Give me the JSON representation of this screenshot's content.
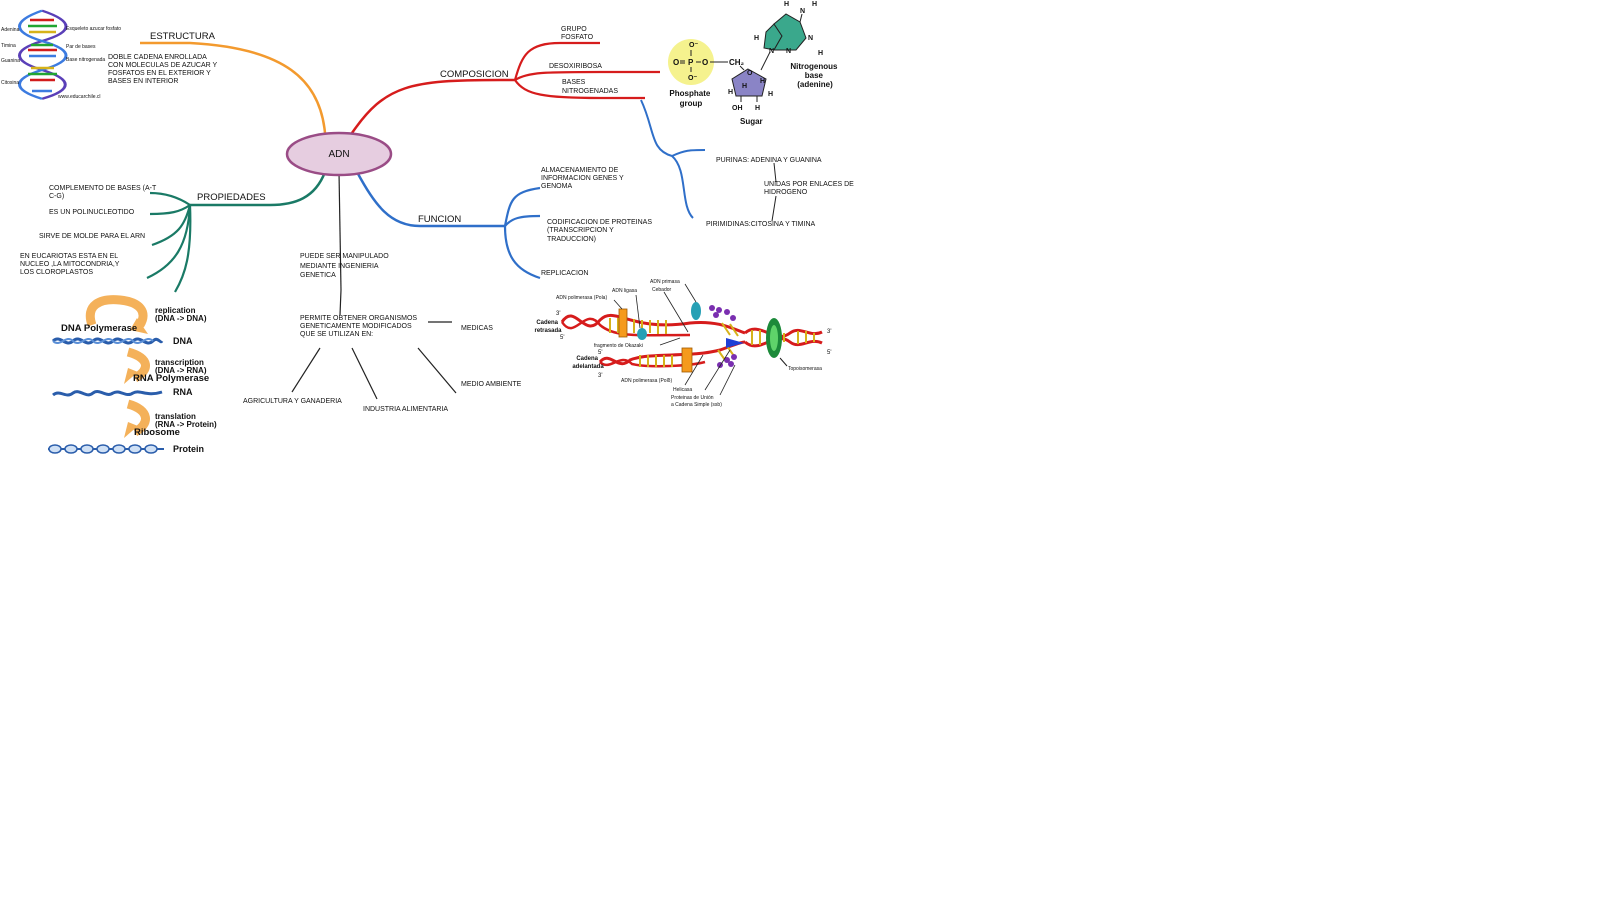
{
  "central": {
    "label": "ADN",
    "fill": "#e6cde0",
    "stroke": "#9a4c86"
  },
  "branches": {
    "estructura": {
      "label": "ESTRUCTURA",
      "color": "#f39a2e",
      "note": [
        "DOBLE CADENA ENROLLADA",
        "CON MOLECULAS DE AZUCAR Y",
        "FOSFATOS EN EL EXTERIOR Y",
        "BASES EN INTERIOR"
      ]
    },
    "composicion": {
      "label": "COMPOSICION",
      "color": "#d61c1c",
      "items": {
        "grupo": [
          "GRUPO",
          "FOSFATO"
        ],
        "desox": [
          "DESOXIRIBOSA"
        ],
        "bases": [
          "BASES",
          "NITROGENADAS"
        ]
      }
    },
    "bases_sub": {
      "color": "#2f6fc9",
      "purinas": "PURINAS: ADENINA Y GUANINA",
      "unidas": [
        "UNIDAS POR ENLACES DE",
        "HIDROGENO"
      ],
      "pirimidinas": "PIRIMIDINAS:CITOSINA Y TIMINA"
    },
    "propiedades": {
      "label": "PROPIEDADES",
      "color": "#1a7a66",
      "items": {
        "complemento": [
          "COMPLEMENTO DE BASES (A-T",
          "C-G)"
        ],
        "polinucleotido": [
          "ES UN POLINUCLEOTIDO"
        ],
        "molde": [
          "SIRVE DE MOLDE PARA EL ARN"
        ],
        "eucariotas": [
          "EN EUCARIOTAS ESTA EN EL",
          "NUCLEO ,LA MITOCONDRIA,Y",
          "LOS CLOROPLASTOS"
        ]
      }
    },
    "funcion": {
      "label": "FUNCION",
      "color": "#2f6fc9",
      "items": {
        "almacenamiento": [
          "ALMACENAMIENTO DE",
          "INFORMACION GENES Y",
          "GENOMA"
        ],
        "codificacion": [
          "CODIFICACION DE PROTEINAS",
          "(TRANSCRIPCION Y",
          "TRADUCCION)"
        ],
        "replicacion": [
          "REPLICACION"
        ]
      }
    },
    "ingenieria": {
      "color": "#222222",
      "manipulado": [
        "PUEDE SER MANIPULADO",
        "MEDIANTE INGENIERIA",
        "GENETICA"
      ],
      "permite": [
        "PERMITE OBTENER ORGANISMOS",
        "GENETICAMENTE MODIFICADOS",
        "QUE SE UTILIZAN EN:"
      ],
      "uses": {
        "medicas": "MEDICAS",
        "medio": "MEDIO AMBIENTE",
        "agricultura": "AGRICULTURA Y GANADERIA",
        "industria": "INDUSTRIA ALIMENTARIA"
      }
    }
  },
  "images": {
    "dna_helix_labels": {
      "left": [
        "Adenina",
        "Timina",
        "Guanina",
        "Citosina"
      ],
      "right": [
        "Esqueleto azucar fosfato",
        "Par de bases",
        "Base nitrogenada"
      ],
      "credit": "www.educarchile.cl"
    },
    "nucleotide": {
      "phosphate": [
        "Phosphate",
        "group"
      ],
      "sugar": "Sugar",
      "base": [
        "Nitrogenous",
        "base",
        "(adenine)"
      ],
      "atoms": {
        "o": "O",
        "p": "P",
        "ominus": "O⁻",
        "ch2": "CH₂",
        "h": "H",
        "n": "N",
        "oh": "OH"
      }
    },
    "central_dogma": {
      "replication": [
        "replication",
        "(DNA -> DNA)"
      ],
      "dna_polymerase": "DNA Polymerase",
      "dna": "DNA",
      "transcription": [
        "transcription",
        "(DNA -> RNA)"
      ],
      "rna_polymerase": "RNA Polymerase",
      "rna": "RNA",
      "translation": [
        "translation",
        "(RNA -> Protein)"
      ],
      "ribosome": "Ribosome",
      "protein": "Protein"
    },
    "replication_fork": {
      "adn_primasa": "ADN primasa",
      "cebador": "Cebador",
      "adn_ligasa": "ADN ligasa",
      "pol_a": "ADN polimerasa (Pola)",
      "cadena_retrasada": [
        "Cadena",
        "retrasada"
      ],
      "fragmento": "fragmento de Okazaki",
      "cadena_adelantada": [
        "Cadena",
        "adelantada"
      ],
      "pol_d": "ADN polimerasa (Polδ)",
      "helicasa": "Helicasa",
      "proteinas": [
        "Proteinas de Unión",
        "a Cadena Simple (ssb)"
      ],
      "topoisomerasa": "Topoisomerasa",
      "three_prime": "3'",
      "five_prime": "5'"
    }
  }
}
